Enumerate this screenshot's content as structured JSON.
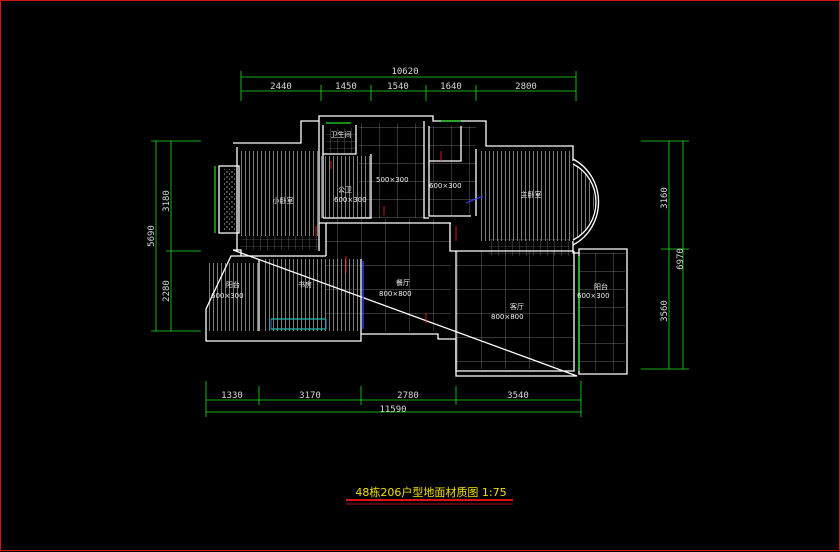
{
  "title": "48栋206户型地面材质图 1:75",
  "dims_top": {
    "total": "10620",
    "segments": [
      "2440",
      "1450",
      "1540",
      "1640",
      "2800"
    ]
  },
  "dims_bottom": {
    "total": "11590",
    "segments": [
      "1330",
      "3170",
      "2780",
      "3540"
    ]
  },
  "dims_left": {
    "total": "5690",
    "segments": [
      "3180",
      "2280"
    ]
  },
  "dims_right": {
    "total": "6970",
    "segments": [
      "3160",
      "3560"
    ]
  },
  "rooms": {
    "bedroom_left": "小卧室",
    "toilet": "卫生间",
    "bath": "公卫",
    "bath_size": "600×300",
    "hall_tile": "500×300",
    "kitchen_tile": "600×300",
    "master_bedroom": "主卧室",
    "balcony_left": "阳台",
    "balcony_left_size": "600×300",
    "study": "书房",
    "dining": "餐厅",
    "dining_size": "800×800",
    "living": "客厅",
    "living_size": "800×800",
    "balcony_right": "阳台",
    "balcony_right_size": "600×300"
  },
  "colors": {
    "wall": "#ffffff",
    "dim": "#20e020",
    "note": "#f0e000",
    "leader": "#ff2020",
    "hatch": "#a0a0a0",
    "frame": "#d01818",
    "underline": "#e01010"
  }
}
